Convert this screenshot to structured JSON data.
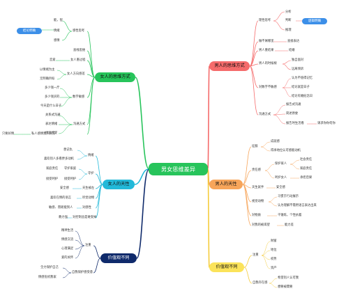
{
  "center": {
    "title": "男女思维差异",
    "color": "#27c45b"
  },
  "branches": [
    {
      "id": "mt",
      "label": "男人的思维方式",
      "fill": "#f56b6b",
      "text": "#111111",
      "line": "#f56b6b"
    },
    {
      "id": "wt",
      "label": "女人的思维方式",
      "fill": "#27c45b",
      "text": "#111111",
      "line": "#27c45b"
    },
    {
      "id": "mn",
      "label": "男人的天性",
      "fill": "#f7a55a",
      "text": "#111111",
      "line": "#f7a55a"
    },
    {
      "id": "wn",
      "label": "女人的天性",
      "fill": "#22b9d9",
      "text": "#111111",
      "line": "#22b9d9"
    },
    {
      "id": "vd",
      "label": "价值观不同",
      "fill": "#fbe35a",
      "text": "#111111",
      "line": "#f5cc3c"
    },
    {
      "id": "vc",
      "label": "价值观不同",
      "fill": "#0f2a6b",
      "text": "#ffffff",
      "line": "#0f2a6b"
    }
  ],
  "bubbles": [
    {
      "id": "b_left",
      "text": "结论明确"
    },
    {
      "id": "b_right",
      "text": "逻辑明确"
    }
  ],
  "nodes": [
    {
      "id": "m1",
      "text": "理性思考"
    },
    {
      "id": "m1a",
      "text": "分析"
    },
    {
      "id": "m1b",
      "text": "判断"
    },
    {
      "id": "m1c",
      "text": "推理"
    },
    {
      "id": "m2",
      "text": "做不屑哪里"
    },
    {
      "id": "m2a",
      "text": "直接表达"
    },
    {
      "id": "m3",
      "text": "男人重结果"
    },
    {
      "id": "m3a",
      "text": "结婚"
    },
    {
      "id": "m4",
      "text": "男人的时候根"
    },
    {
      "id": "m4a",
      "text": "独自面对"
    },
    {
      "id": "m4b",
      "text": "远离倾诉"
    },
    {
      "id": "m5",
      "text": "对数字不敏感"
    },
    {
      "id": "m5a",
      "text": "认为不值得记忆"
    },
    {
      "id": "m5b",
      "text": "结论就是日子"
    },
    {
      "id": "m5c",
      "text": "结论有婚纪念日"
    },
    {
      "id": "m6",
      "text": "沟通方式"
    },
    {
      "id": "m6a",
      "text": "报告式沟通"
    },
    {
      "id": "m6b",
      "text": "简述原委"
    },
    {
      "id": "m6c",
      "text": "报告时生活看"
    },
    {
      "id": "m6d",
      "text": "请求你你何你"
    },
    {
      "id": "w1",
      "text": "感性思考"
    },
    {
      "id": "w1a",
      "text": "能，智"
    },
    {
      "id": "w1b",
      "text": "情绪"
    },
    {
      "id": "w1c",
      "text": "感情"
    },
    {
      "id": "w2",
      "text": "直线思维"
    },
    {
      "id": "w3",
      "text": "女人重过程"
    },
    {
      "id": "w3a",
      "text": "恋爱"
    },
    {
      "id": "w4",
      "text": "女人方向感差"
    },
    {
      "id": "w4a",
      "text": "以情绪为主"
    },
    {
      "id": "w4b",
      "text": "无明确目标"
    },
    {
      "id": "w5",
      "text": "数字敏感"
    },
    {
      "id": "w5a",
      "text": "多少钱一斤"
    },
    {
      "id": "w5b",
      "text": "多少钱买的"
    },
    {
      "id": "w5c",
      "text": "今天是什么日子"
    },
    {
      "id": "w6",
      "text": "沟通方式"
    },
    {
      "id": "w6a",
      "text": "关系式沟通"
    },
    {
      "id": "w6b",
      "text": "表达情绪"
    },
    {
      "id": "w6c",
      "text": "倾诉感受"
    },
    {
      "id": "w7",
      "text": "私人感情我只好方"
    },
    {
      "id": "w7a",
      "text": "只要好情"
    },
    {
      "id": "n1",
      "text": "征服"
    },
    {
      "id": "n1a",
      "text": "成就感"
    },
    {
      "id": "n1b",
      "text": "得承地位认可感能动机"
    },
    {
      "id": "n2",
      "text": "责任感"
    },
    {
      "id": "n2a",
      "text": "保护家人"
    },
    {
      "id": "n2b",
      "text": "社会责任"
    },
    {
      "id": "n2c",
      "text": "家庭责任"
    },
    {
      "id": "n2d",
      "text": "呵护女人"
    },
    {
      "id": "n2e",
      "text": "承担后果"
    },
    {
      "id": "n3",
      "text": "天生就手"
    },
    {
      "id": "n3a",
      "text": "安全感"
    },
    {
      "id": "n4",
      "text": "视觉动物"
    },
    {
      "id": "n4a",
      "text": "习惯于行动展示"
    },
    {
      "id": "n4b",
      "text": "认为理解不需用语言表达出来"
    },
    {
      "id": "n5",
      "text": "对物质"
    },
    {
      "id": "n5a",
      "text": "千锤炼，个性执着"
    },
    {
      "id": "n6",
      "text": "对我的被渴望"
    },
    {
      "id": "n6a",
      "text": "能力差"
    },
    {
      "id": "f1",
      "text": "情绪"
    },
    {
      "id": "f1a",
      "text": "善记仇"
    },
    {
      "id": "f1b",
      "text": "喜欢别人多看更多动机"
    },
    {
      "id": "f2",
      "text": "守护"
    },
    {
      "id": "f2a",
      "text": "家庭责任"
    },
    {
      "id": "f2b",
      "text": "守护家庭"
    },
    {
      "id": "f2c",
      "text": "接受呵护"
    },
    {
      "id": "f2d",
      "text": "接受呵护"
    },
    {
      "id": "f3",
      "text": "天生被左"
    },
    {
      "id": "f3a",
      "text": "安全感"
    },
    {
      "id": "f4",
      "text": "听觉动物"
    },
    {
      "id": "f4a",
      "text": "喜欢在情的语言"
    },
    {
      "id": "f5",
      "text": "对感性"
    },
    {
      "id": "f5a",
      "text": "敏感、而呢能到人"
    },
    {
      "id": "f6",
      "text": "对控制总是难受掉"
    },
    {
      "id": "f6a",
      "text": "教力强"
    },
    {
      "id": "v1",
      "text": "注重"
    },
    {
      "id": "v1a",
      "text": "财富"
    },
    {
      "id": "v1b",
      "text": "地位"
    },
    {
      "id": "v1c",
      "text": "权势"
    },
    {
      "id": "v1d",
      "text": "资产"
    },
    {
      "id": "v2",
      "text": "自我存在感"
    },
    {
      "id": "v2a",
      "text": "希望别人认可我"
    },
    {
      "id": "v2b",
      "text": "想要被需要"
    },
    {
      "id": "c1",
      "text": "注重"
    },
    {
      "id": "c1a",
      "text": "精神生活"
    },
    {
      "id": "c1b",
      "text": "情感交流"
    },
    {
      "id": "c1c",
      "text": "心理满足"
    },
    {
      "id": "c1d",
      "text": "爱的关怀"
    },
    {
      "id": "c2",
      "text": "自我保护感受意"
    },
    {
      "id": "c2a",
      "text": "全力保护自己"
    },
    {
      "id": "c2b",
      "text": "情感危机我家"
    }
  ]
}
